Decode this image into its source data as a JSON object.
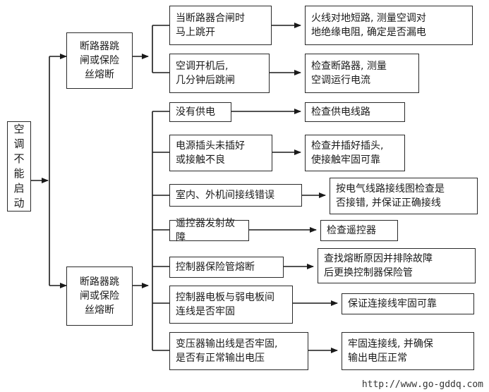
{
  "root": "空\n调\n不\n能\n启\n动",
  "category_a": "断路器跳\n闸或保险\n丝熔断",
  "category_b": "断路器跳\n闸或保险\n丝熔断",
  "causes": [
    "当断路器合闸时\n马上跳开",
    "空调开机后,\n几分钟后跳闸",
    "没有供电",
    "电源插头未插好\n或接触不良",
    "室内、外机间接线错误",
    "遥控器发射故障",
    "控制器保险管熔断",
    "控制器电板与弱电板间\n连线是否牢固",
    "变压器输出线是否牢固,\n是否有正常输出电压"
  ],
  "actions": [
    "火线对地短路, 测量空调对\n地绝缘电阻, 确定是否漏电",
    "检查断路器, 测量\n空调运行电流",
    "检查供电线路",
    "检查并插好插头,\n使接触牢固可靠",
    "按电气线路接线图检查是\n否接错, 并保证正确接线",
    "检查遥控器",
    "查找熔断原因并排除故障\n后更换控制器保险管",
    "保证连接线牢固可靠",
    "牢固连接线, 并确保\n输出电压正常"
  ],
  "watermark": "http://www.go-gddq.com"
}
